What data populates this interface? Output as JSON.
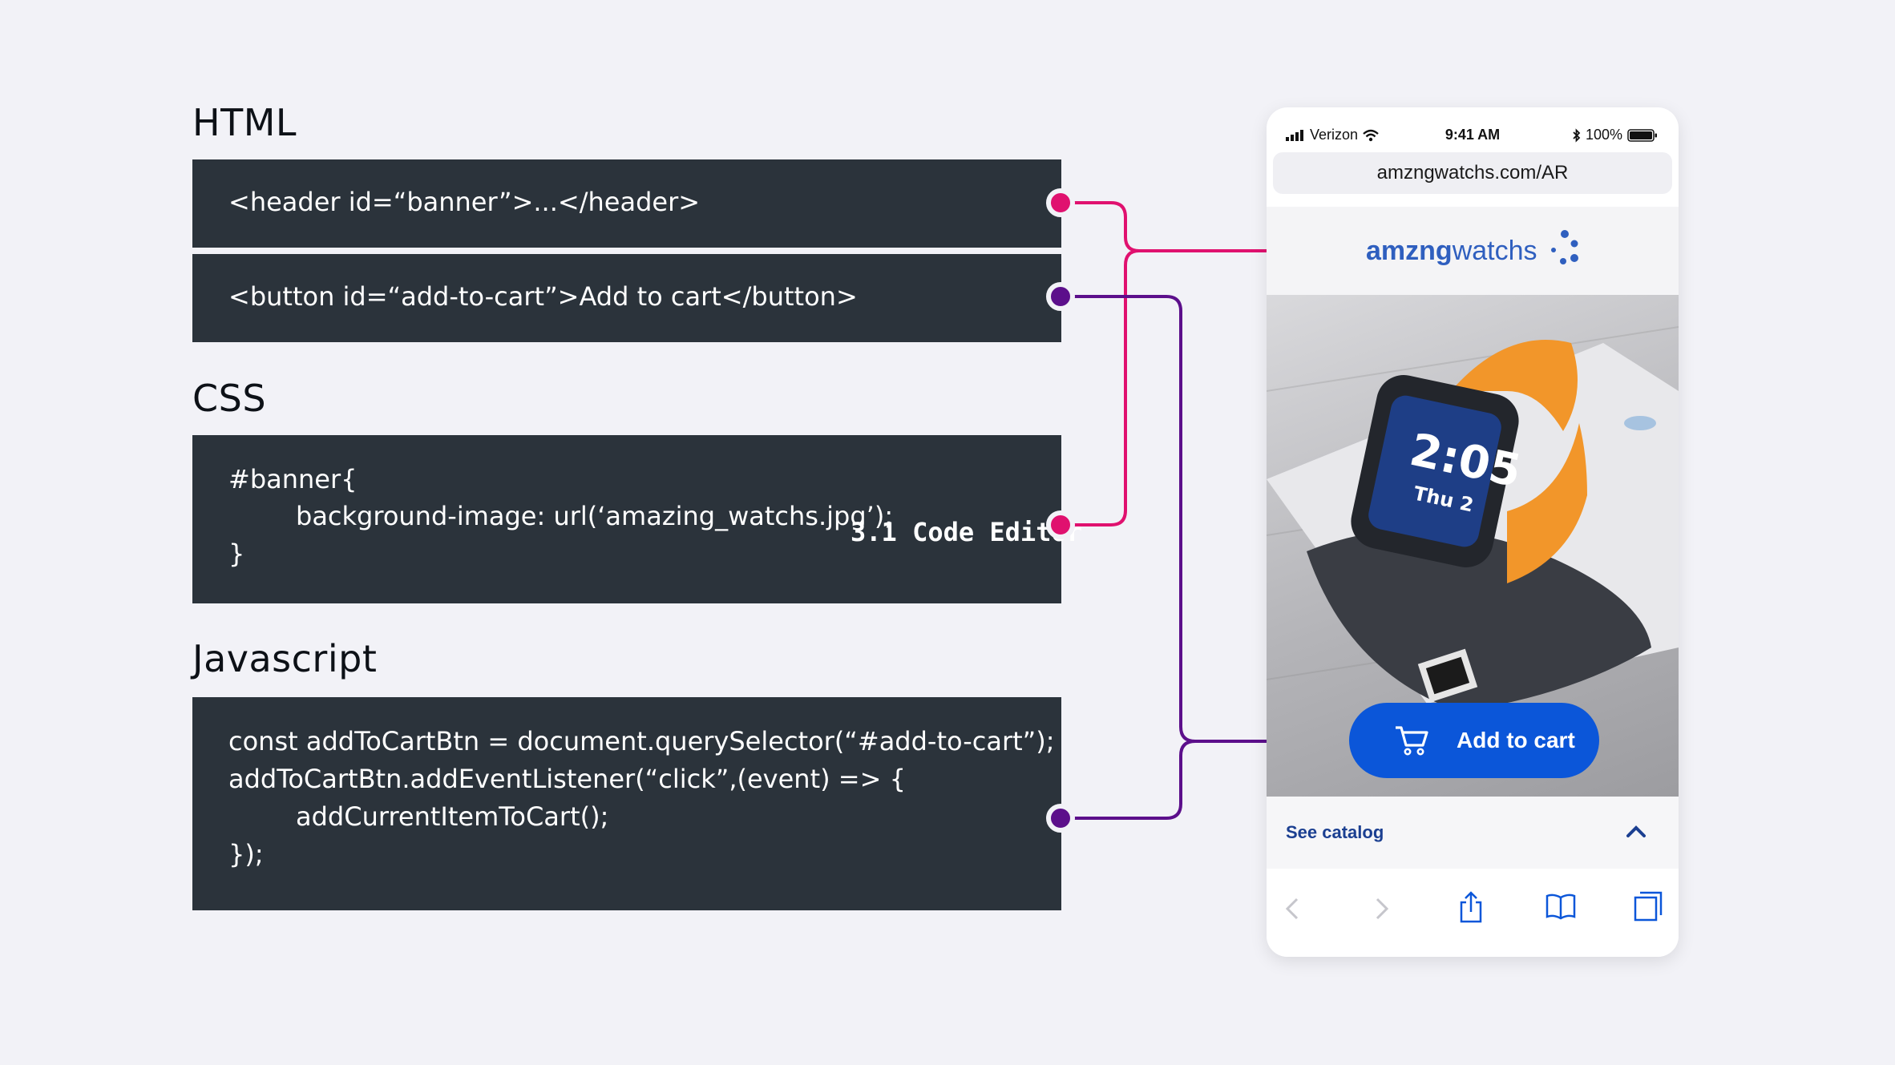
{
  "headings": {
    "html": "HTML",
    "css": "CSS",
    "javascript": "Javascript"
  },
  "code": {
    "html_line_1": "<header id=“banner”>...</header>",
    "html_line_2": "<button id=“add-to-cart”>Add to cart</button>",
    "css_lines": [
      "#banner{",
      "background-image: url(‘amazing_watchs.jpg’);",
      "}"
    ],
    "js_lines": [
      "const addToCartBtn = document.querySelector(“#add-to-cart”);",
      "addToCartBtn.addEventListener(“click”,(event) => {",
      "addCurrentItemToCart();",
      "});"
    ]
  },
  "section_label": "3.1 Code Editor",
  "connector_colors": {
    "banner": "#e0116f",
    "button": "#5c0f8b"
  },
  "phone": {
    "carrier": "Verizon",
    "time": "9:41 AM",
    "battery": "100%",
    "url": "amzngwatchs.com/AR",
    "brand_bold": "amzng",
    "brand_regular": "watchs",
    "watch_time": "2:05",
    "watch_date": "Thu 2",
    "cart_button": "Add to cart",
    "catalog_label": "See catalog",
    "accent_color": "#0b56d9"
  },
  "icons": {
    "signal": "signal-icon",
    "wifi": "wifi-icon",
    "bluetooth": "bluetooth-icon",
    "battery": "battery-icon",
    "cart": "cart-icon",
    "chevron_up": "chevron-up-icon",
    "back": "back-icon",
    "forward": "forward-icon",
    "share": "share-icon",
    "bookmarks": "bookmarks-icon",
    "tabs": "tabs-icon"
  }
}
